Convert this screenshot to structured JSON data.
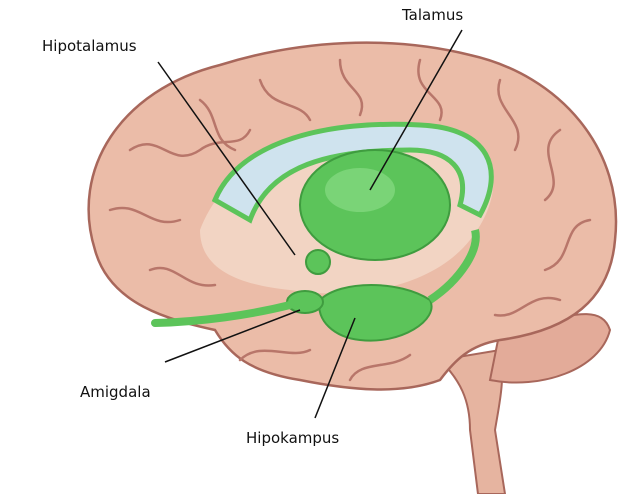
{
  "labels": {
    "talamus": "Talamus",
    "hipotalamus": "Hipotalamus",
    "amigdala": "Amigdala",
    "hipokampus": "Hipokampus"
  },
  "colors": {
    "cortex": "#e9b9a4",
    "cortex_shadow": "#b9756a",
    "limbic": "#5cc45a",
    "ventricle": "#cfe3ee",
    "brainstem": "#e6b4a0"
  }
}
